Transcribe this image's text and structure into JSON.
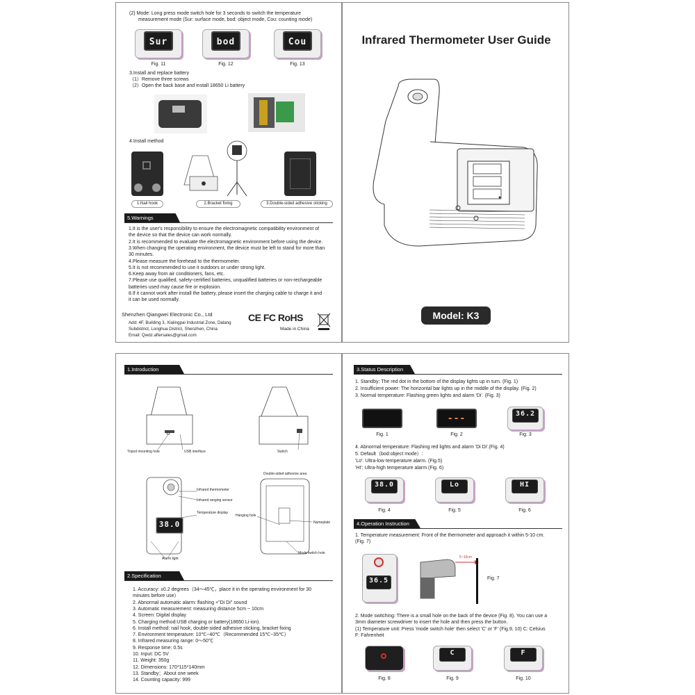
{
  "p1": {
    "mode_title": "(2) Mode: Long press mode switch hole for 3 seconds to switch the temperature",
    "mode_title2": "measurement mode (Sur: surface mode, bod: object mode, Cou: counting mode)",
    "figs": [
      {
        "code": "Sur",
        "caption": "Fig. 11"
      },
      {
        "code": "bod",
        "caption": "Fig. 12"
      },
      {
        "code": "Cou",
        "caption": "Fig. 13"
      }
    ],
    "battery_title": "3.Install and replace battery",
    "battery_steps": [
      "（1）Remove three screws",
      "（2）Open the back base and install 18650 Li battery"
    ],
    "install_title": "4.Install method",
    "install_labels": [
      "1.Nail hook",
      "2.Bracket fixing",
      "3.Double-sided adhesive sticking"
    ],
    "warnings_title": "5.Warnings",
    "warnings": [
      "1.It is the user's responsibility to ensure the electromagnetic compatibility environment of",
      "   the device so that the device can work normally.",
      "2.It is recommended to evaluate the electromagnetic environment before using the device.",
      "3.When changing the operating environment, the device must be left to stand for more than",
      "   30 minutes.",
      "4.Please measure the forehead to the thermometer.",
      "5.It is not recommended to use it outdoors or under strong light.",
      "6.Keep away from air conditioners, fans, etc.",
      "7.Please use qualified, safety-certified batteries, unqualified batteries or non-rechargeable",
      "   batteries used may cause fire or explosion.",
      "8.If it cannot work after install the battery, please insert the charging cable to charge it and",
      "   it can be used normally."
    ],
    "company": "Shenzhen Qiangwei Electronic Co., Ltd",
    "address": [
      "Add: 4F, Building 3, Xialingpai Industrial Zone, Dalang",
      "Subdistrict, Longhua District, Shenzhen, China",
      "Email: Qwdz.aftersales@gmail.com"
    ],
    "cert_logos": "CE FC RoHS",
    "made_in": "Made in China"
  },
  "p2": {
    "title": "Infrared Thermometer User Guide",
    "model": "Model: K3"
  },
  "p3": {
    "intro_title": "1.Introduction",
    "labels": {
      "tripod": "Tripod mounting hole",
      "usb": "USB interface",
      "switch": "Switch",
      "ir_thermo": "Infrared thermometer",
      "ir_range": "Infrared ranging sensor",
      "temp_display": "Temperature display",
      "alarm": "Alarm light",
      "adhesive": "Double-sided adhesive area",
      "hanging": "Hanging hole",
      "nameplate": "Nameplate",
      "mode_hole": "Mode switch hole"
    },
    "spec_title": "2.Specification",
    "specs": [
      "1. Accuracy: ±0.2 degrees（34～45℃，place it in the operating environment for 30",
      "    minutes before use）",
      "2. Abnormal automatic alarm: flashing +\"Di Di\" sound",
      "3. Automatic measurement: measuring distance 5cm ~ 10cm",
      "4. Screen: Digital display",
      "5. Charging method:USB charging or battery(18650 Li-ion).",
      "6. Install method: nail hook, double-sided adhesive sticking, bracket fixing",
      "7. Environment temperature: 10℃~40℃（Recommended 15℃~35℃）",
      "8. Infrared measuring range: 0～50℃",
      "9. Response time: 0.5s",
      "10. Input: DC 5V",
      "11. Weight: 350g",
      "12. Dimensions: 170*115*140mm",
      "13. Standby：About one week",
      "14. Counting capacity: 999"
    ]
  },
  "p4": {
    "status_title": "3.Status Description",
    "status": [
      "1. Standby:  The red dot in the bottom of the display lights up in turn. (Fig. 1)",
      "2. Insufficient power: The horizontal bar lights up in the middle of the display. (Fig. 2)",
      "3. Normal temperature: Flashing green lights and alarm 'Di'. (Fig. 3)"
    ],
    "figs_a": [
      {
        "code": "",
        "caption": "Fig. 1"
      },
      {
        "code": "---",
        "caption": "Fig. 2"
      },
      {
        "code": "36.2",
        "caption": "Fig. 3"
      }
    ],
    "status2": [
      "4. Abnormal temperature: Flashing red lights and alarm 'Di Di'.(Fig. 4)",
      "5. Default（bod:object mode）:",
      "    'Lo': Ultra-low temperature alarm. (Fig.5)",
      "    'HI': Ultra-high temperature alarm (Fig. 6)"
    ],
    "figs_b": [
      {
        "code": "38.0",
        "caption": "Fig. 4"
      },
      {
        "code": "Lo",
        "caption": "Fig. 5"
      },
      {
        "code": "HI",
        "caption": "Fig. 6"
      }
    ],
    "op_title": "4.Operation Instruction",
    "op1": [
      "1. Temperature measurement: Front of the thermometer and approach it within 5-10 cm.",
      "    (Fig. 7)"
    ],
    "fig7_code": "36.5",
    "fig7_caption": "Fig. 7",
    "distance": "5~10cm",
    "op2": [
      "2. Mode switching: There is a small hole on the back of the device (Fig. 8). You can use a",
      "    3mm diameter screwdriver to insert the hole and then press the button.",
      "  (1) Temperature unit: Press 'mode switch hole' then select 'C' or 'F' (Fig.9, 10)   C: Celsius",
      "        F: Fahrenheit"
    ],
    "figs_c": [
      {
        "code": "",
        "caption": "Fig. 8"
      },
      {
        "code": "C",
        "caption": "Fig. 9"
      },
      {
        "code": "F",
        "caption": "Fig. 10"
      }
    ],
    "colors": {
      "accent": "#c9a2c9",
      "dark": "#1a1a1a",
      "red": "#d32f2f"
    }
  }
}
